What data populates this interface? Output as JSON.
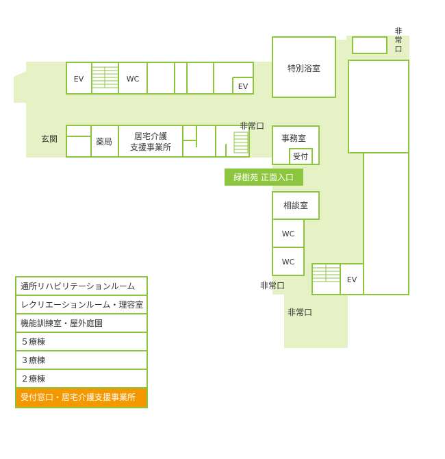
{
  "labels": {
    "ev1": "EV",
    "wc1": "WC",
    "ev2": "EV",
    "bath": "特別浴室",
    "emergency_top_a": "非",
    "emergency_top_b": "常",
    "emergency_top_c": "口",
    "entrance": "玄関",
    "pharmacy": "薬局",
    "care_office_1": "居宅介護",
    "care_office_2": "支援事業所",
    "emergency_mid": "非常口",
    "office": "事務室",
    "reception": "受付",
    "main_entrance": "緑樹苑 正面入口",
    "consult": "相談室",
    "wc2": "WC",
    "wc3": "WC",
    "ev3": "EV",
    "emergency_low": "非常口",
    "emergency_bottom": "非常口"
  },
  "legend": [
    "通所リハビリテーションルーム",
    "レクリエーションルーム・理容室",
    "機能訓練室・屋外庭園",
    "５療棟",
    "３療棟",
    "２療棟",
    "受付窓口・居宅介護支援事業所"
  ],
  "colors": {
    "floor": "#e6f1c6",
    "wall": "#8cc63f",
    "highlight": "#f39800",
    "entrance_badge": "#8cc63f"
  }
}
